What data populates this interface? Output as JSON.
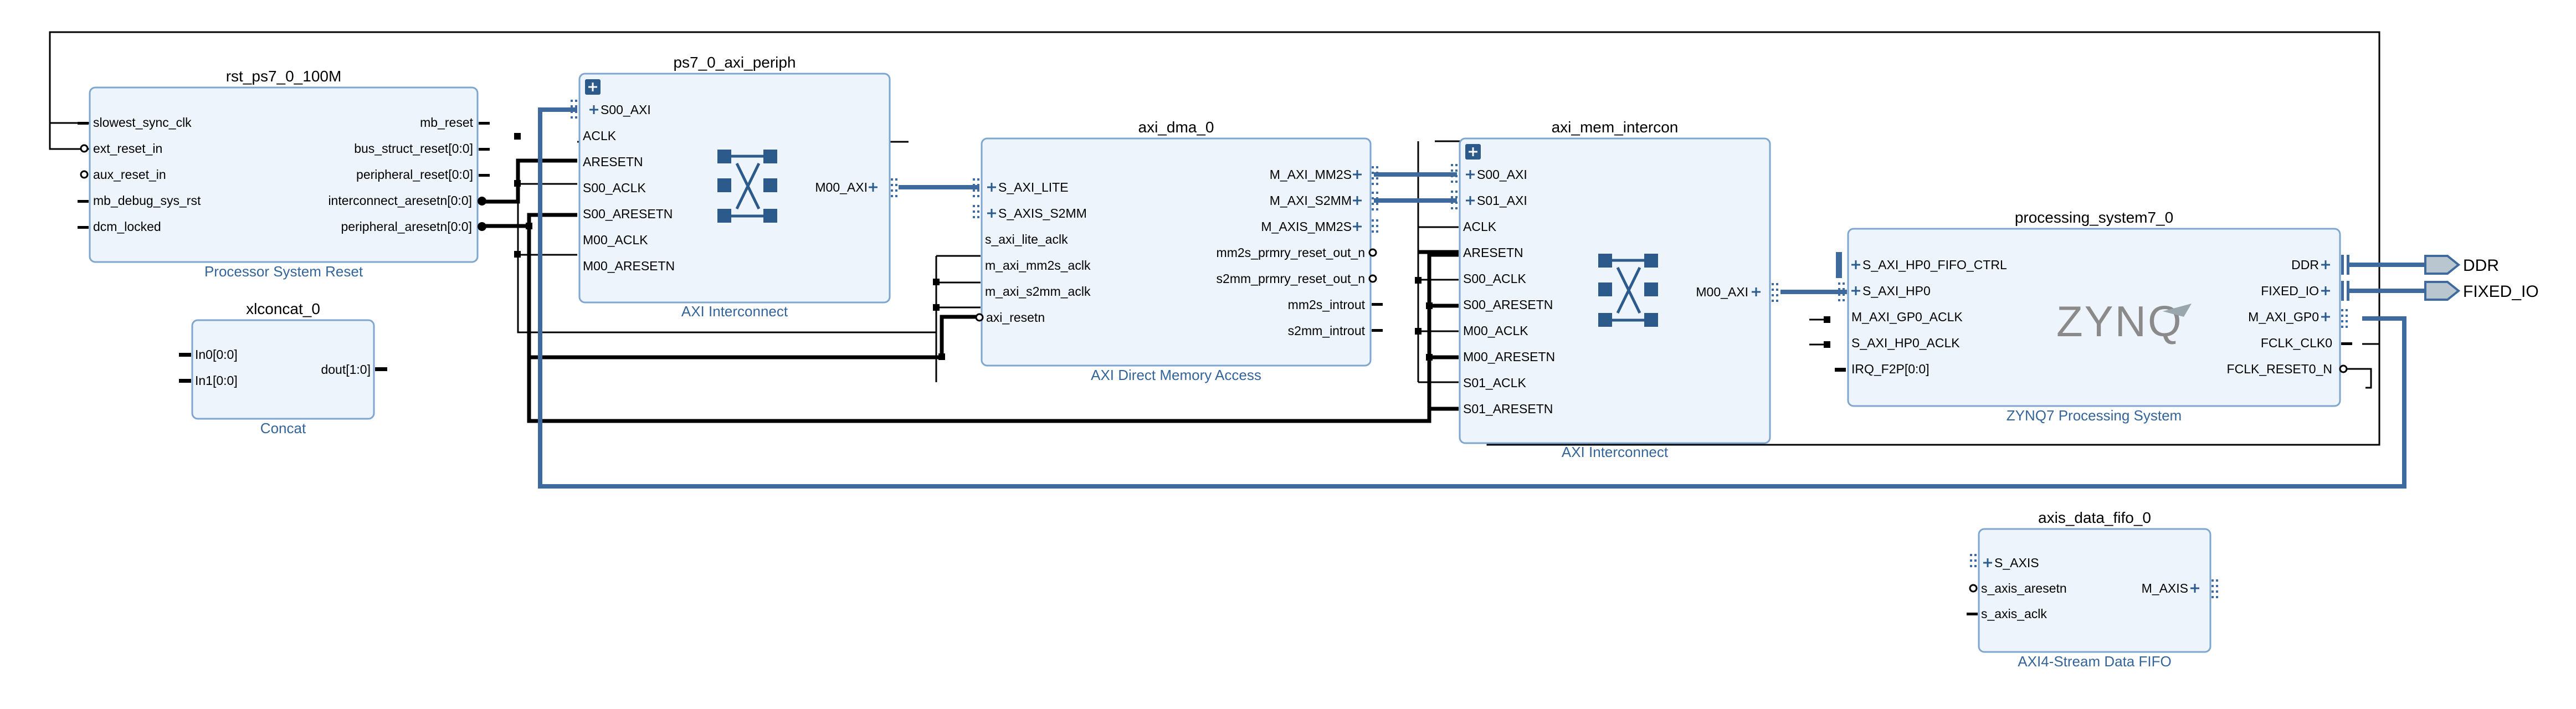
{
  "diagram": {
    "blocks": {
      "rst": {
        "name": "rst_ps7_0_100M",
        "subtitle": "Processor System Reset",
        "left_ports": [
          "slowest_sync_clk",
          "ext_reset_in",
          "aux_reset_in",
          "mb_debug_sys_rst",
          "dcm_locked"
        ],
        "right_ports": [
          "mb_reset",
          "bus_struct_reset[0:0]",
          "peripheral_reset[0:0]",
          "interconnect_aresetn[0:0]",
          "peripheral_aresetn[0:0]"
        ]
      },
      "xlconcat": {
        "name": "xlconcat_0",
        "subtitle": "Concat",
        "left_ports": [
          "In0[0:0]",
          "In1[0:0]"
        ],
        "right_ports": [
          "dout[1:0]"
        ]
      },
      "periph": {
        "name": "ps7_0_axi_periph",
        "subtitle": "AXI Interconnect",
        "left_ports": [
          "S00_AXI",
          "ACLK",
          "ARESETN",
          "S00_ACLK",
          "S00_ARESETN",
          "M00_ACLK",
          "M00_ARESETN"
        ],
        "right_ports": [
          "M00_AXI"
        ]
      },
      "dma": {
        "name": "axi_dma_0",
        "subtitle": "AXI Direct Memory Access",
        "left_ports": [
          "S_AXI_LITE",
          "S_AXIS_S2MM",
          "s_axi_lite_aclk",
          "m_axi_mm2s_aclk",
          "m_axi_s2mm_aclk",
          "axi_resetn"
        ],
        "right_ports": [
          "M_AXI_MM2S",
          "M_AXI_S2MM",
          "M_AXIS_MM2S",
          "mm2s_prmry_reset_out_n",
          "s2mm_prmry_reset_out_n",
          "mm2s_introut",
          "s2mm_introut"
        ]
      },
      "memicon": {
        "name": "axi_mem_intercon",
        "subtitle": "AXI Interconnect",
        "left_ports": [
          "S00_AXI",
          "S01_AXI",
          "ACLK",
          "ARESETN",
          "S00_ACLK",
          "S00_ARESETN",
          "M00_ACLK",
          "M00_ARESETN",
          "S01_ACLK",
          "S01_ARESETN"
        ],
        "right_ports": [
          "M00_AXI"
        ]
      },
      "ps7": {
        "name": "processing_system7_0",
        "subtitle": "ZYNQ7 Processing System",
        "logo": "ZYNQ",
        "left_ports": [
          "S_AXI_HP0_FIFO_CTRL",
          "S_AXI_HP0",
          "M_AXI_GP0_ACLK",
          "S_AXI_HP0_ACLK",
          "IRQ_F2P[0:0]"
        ],
        "right_ports": [
          "DDR",
          "FIXED_IO",
          "M_AXI_GP0",
          "FCLK_CLK0",
          "FCLK_RESET0_N"
        ]
      },
      "fifo": {
        "name": "axis_data_fifo_0",
        "subtitle": "AXI4-Stream Data FIFO",
        "left_ports": [
          "S_AXIS",
          "s_axis_aresetn",
          "s_axis_aclk"
        ],
        "right_ports": [
          "M_AXIS"
        ]
      }
    },
    "external_ports": [
      "DDR",
      "FIXED_IO"
    ],
    "colors": {
      "block_fill": "#edf4fb",
      "block_border": "#7ea6cf",
      "subtitle": "#33649a",
      "bus": "#3f6a9e",
      "wire": "#000000",
      "external_port": "#b9c6cf"
    }
  }
}
